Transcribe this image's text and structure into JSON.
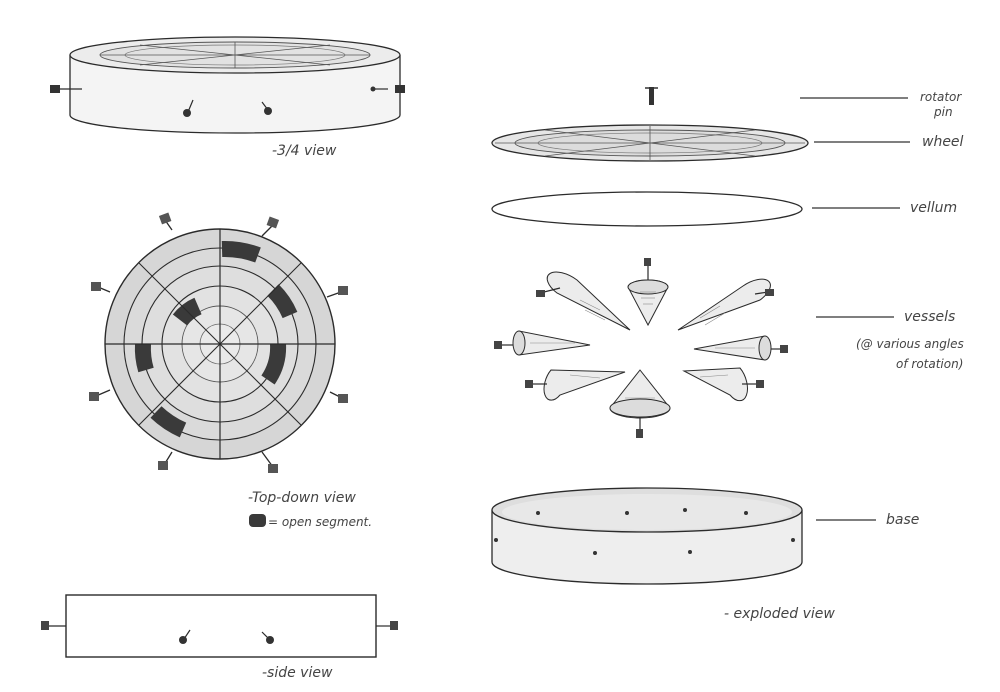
{
  "views": {
    "three_quarter": "-3/4 view",
    "top_down": "-Top-down view",
    "side": "-side view",
    "exploded": "- exploded view"
  },
  "legend": {
    "open_segment": "= open segment."
  },
  "labels": {
    "rotator_pin_line1": "rotator",
    "rotator_pin_line2": "pin",
    "wheel": "wheel",
    "vellum": "vellum",
    "vessels": "vessels",
    "vessels_note_line1": "(@ various angles",
    "vessels_note_line2": "of rotation)",
    "base": "base"
  },
  "colors": {
    "ink": "#2b2b2b",
    "fill_light": "#eeeeee",
    "fill_mid": "#d4d4d4",
    "open_segment": "#3a3a3a"
  }
}
